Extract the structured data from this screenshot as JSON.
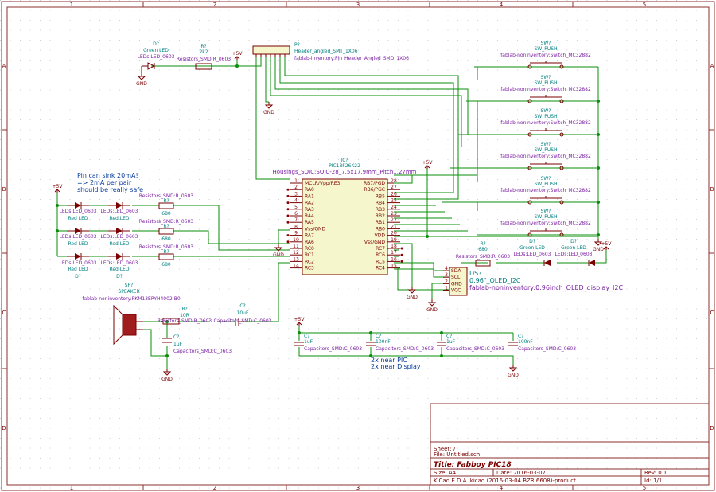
{
  "title_block": {
    "sheet": "Sheet: /",
    "file": "File: Untitled.sch",
    "title": "Title: Fabboy PIC18",
    "size": "Size: A4",
    "date": "Date: 2016-03-07",
    "rev": "Rev: 0.1",
    "tool": "KiCad E.D.A.  kicad (2016-03-04 BZR 6608)-product",
    "id": "Id: 1/1"
  },
  "frame": {
    "col_labels": [
      "1",
      "2",
      "3",
      "4",
      "5"
    ],
    "row_labels": [
      "A",
      "B",
      "C",
      "D"
    ]
  },
  "ic": {
    "ref": "IC?",
    "value": "PIC18F26K22",
    "footprint": "Housings_SOIC:SOIC-28_7.5x17.9mm_Pitch1.27mm",
    "left_pins": [
      {
        "num": "1",
        "name": "MCLR/Vpp/RE3"
      },
      {
        "num": "2",
        "name": "RA0"
      },
      {
        "num": "3",
        "name": "RA1"
      },
      {
        "num": "4",
        "name": "RA2"
      },
      {
        "num": "5",
        "name": "RA3"
      },
      {
        "num": "6",
        "name": "RA4"
      },
      {
        "num": "7",
        "name": "RA5"
      },
      {
        "num": "8",
        "name": "Vss/GND"
      },
      {
        "num": "9",
        "name": "RA7"
      },
      {
        "num": "10",
        "name": "RA6"
      },
      {
        "num": "11",
        "name": "RC0"
      },
      {
        "num": "12",
        "name": "RC1"
      },
      {
        "num": "13",
        "name": "RC2"
      },
      {
        "num": "14",
        "name": "RC3"
      }
    ],
    "right_pins": [
      {
        "num": "28",
        "name": "RB7/PGD"
      },
      {
        "num": "27",
        "name": "RB6/PGC"
      },
      {
        "num": "26",
        "name": "RB5"
      },
      {
        "num": "25",
        "name": "RB4"
      },
      {
        "num": "24",
        "name": "RB3"
      },
      {
        "num": "23",
        "name": "RB2"
      },
      {
        "num": "22",
        "name": "RB1"
      },
      {
        "num": "21",
        "name": "RB0"
      },
      {
        "num": "20",
        "name": "VDD"
      },
      {
        "num": "19",
        "name": "Vss/GND"
      },
      {
        "num": "18",
        "name": "RC7"
      },
      {
        "num": "17",
        "name": "RC6"
      },
      {
        "num": "16",
        "name": "RC5"
      },
      {
        "num": "15",
        "name": "RC4"
      }
    ]
  },
  "switches": {
    "ref": "SW?",
    "value": "SW_PUSH",
    "footprint": "fablab-noninventory:Switch_MC32882",
    "count": 6
  },
  "header": {
    "ref": "P?",
    "value": "Header_angled_SMT_1X06",
    "footprint": "fablab-inventory:Pin_Header_Angled_SMD_1X06"
  },
  "top_led": {
    "ref": "D?",
    "value": "Green LED",
    "footprint": "LEDs:LED_0603"
  },
  "top_res": {
    "ref": "R?",
    "value": "2k2",
    "footprint": "Resistors_SMD:R_0603"
  },
  "note_sink": [
    "Pin can sink 20mA!",
    "=> 2mA per pair",
    "should be really safe"
  ],
  "red_leds": {
    "ref": "D?",
    "value": "Red LED",
    "footprint": "LEDs:LED_0603"
  },
  "red_res": {
    "ref": "R?",
    "value": "680",
    "footprint": "Resistors_SMD:R_0603"
  },
  "speaker": {
    "ref": "SP?",
    "value": "SPEAKER",
    "footprint": "fablab-noninventory:PKM13EPYH4002-B0"
  },
  "spk_res": {
    "ref": "R?",
    "value": "10R",
    "footprint": "Resistors_SMD:R_0603"
  },
  "spk_cap": {
    "ref": "C?",
    "value": "10uF",
    "footprint": "Capacitors_SMD:C_0603"
  },
  "spk_cap2": {
    "ref": "C?",
    "value": "1uF",
    "footprint": "Capacitors_SMD:C_0603"
  },
  "oled": {
    "ref": "DS?",
    "value": "0.96\"_OLED_I2C",
    "footprint": "fablab-noninventory:0.96inch_OLED_display_I2C",
    "pins": [
      {
        "num": "4",
        "name": "SDA"
      },
      {
        "num": "3",
        "name": "SCL"
      },
      {
        "num": "2",
        "name": "GND"
      },
      {
        "num": "1",
        "name": "VCC"
      }
    ]
  },
  "right_res": {
    "ref": "R?",
    "value": "680",
    "footprint": "Resistors_SMD:R_0603"
  },
  "right_leds": {
    "ref": "D?",
    "value": "Green LED",
    "footprint": "LEDs:LED_0603"
  },
  "decoupling": [
    {
      "ref": "C?",
      "value": "1uF",
      "footprint": "Capacitors_SMD:C_0603"
    },
    {
      "ref": "C?",
      "value": "100nF",
      "footprint": "Capacitors_SMD:C_0603"
    },
    {
      "ref": "C?",
      "value": "1uF",
      "footprint": "Capacitors_SMD:C_0603"
    },
    {
      "ref": "C?",
      "value": "100nF",
      "footprint": "Capacitors_SMD:C_0603"
    }
  ],
  "note_decoupling": [
    "2x near PIC",
    "2x near Display"
  ],
  "power": {
    "vcc": "+5V",
    "gnd": "GND"
  }
}
